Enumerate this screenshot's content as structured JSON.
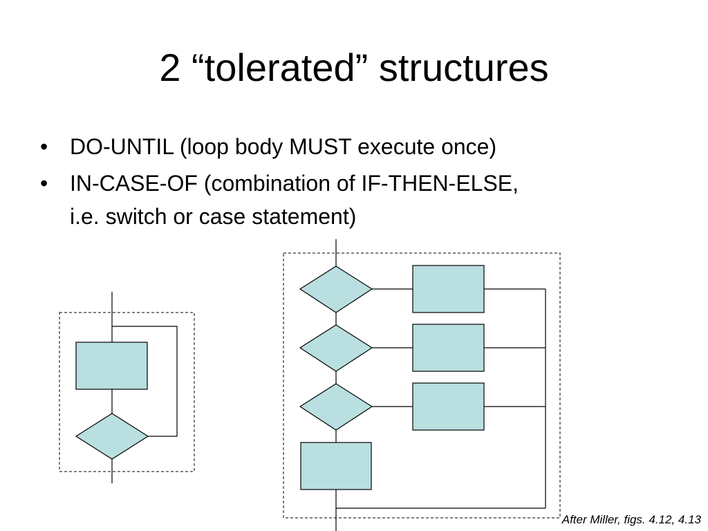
{
  "slide": {
    "title": "2 “tolerated” structures",
    "bullets": [
      {
        "marker": "•",
        "lines": [
          "DO-UNTIL (loop body MUST execute once)"
        ]
      },
      {
        "marker": "•",
        "lines": [
          "IN-CASE-OF (combination of IF-THEN-ELSE,",
          "i.e. switch or case statement)"
        ]
      }
    ],
    "source_note": "After Miller, figs. 4.12, 4.13"
  },
  "colors": {
    "shape_fill": "#b9dfe0",
    "stroke": "#000000",
    "background": "#ffffff"
  },
  "diagrams": {
    "do_until": {
      "structure": "process box followed by decision diamond with loop back to entry",
      "shapes": [
        "process-box",
        "decision-diamond"
      ]
    },
    "in_case_of": {
      "structure": "three decision diamonds each branching right to a process box, final default process box, all merging to single exit",
      "shapes": [
        "decision-diamond",
        "decision-diamond",
        "decision-diamond",
        "process-box",
        "process-box",
        "process-box",
        "process-box"
      ]
    }
  }
}
